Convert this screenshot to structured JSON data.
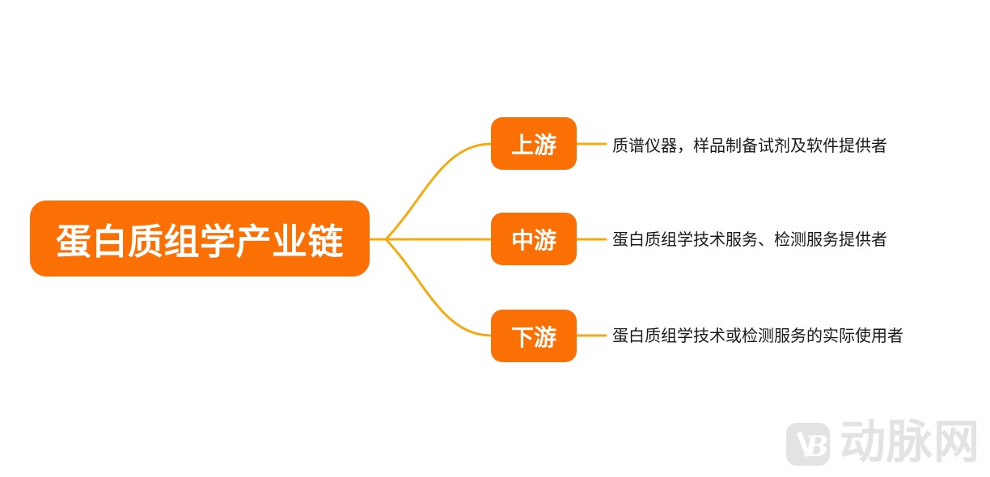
{
  "diagram": {
    "root": {
      "label": "蛋白质组学产业链"
    },
    "branches": [
      {
        "label": "上游",
        "description": "质谱仪器，样品制备试剂及软件提供者"
      },
      {
        "label": "中游",
        "description": "蛋白质组学技术服务、检测服务提供者"
      },
      {
        "label": "下游",
        "description": "蛋白质组学技术或检测服务的实际使用者"
      }
    ],
    "colors": {
      "node_fill": "#FB7005",
      "node_text": "#FFFFFF",
      "connector": "#F2AC12",
      "description_text": "#1A1A1A",
      "watermark": "#E3E3E3"
    }
  },
  "watermark": {
    "logo_monogram": "B",
    "brand_text": "动脉网"
  }
}
